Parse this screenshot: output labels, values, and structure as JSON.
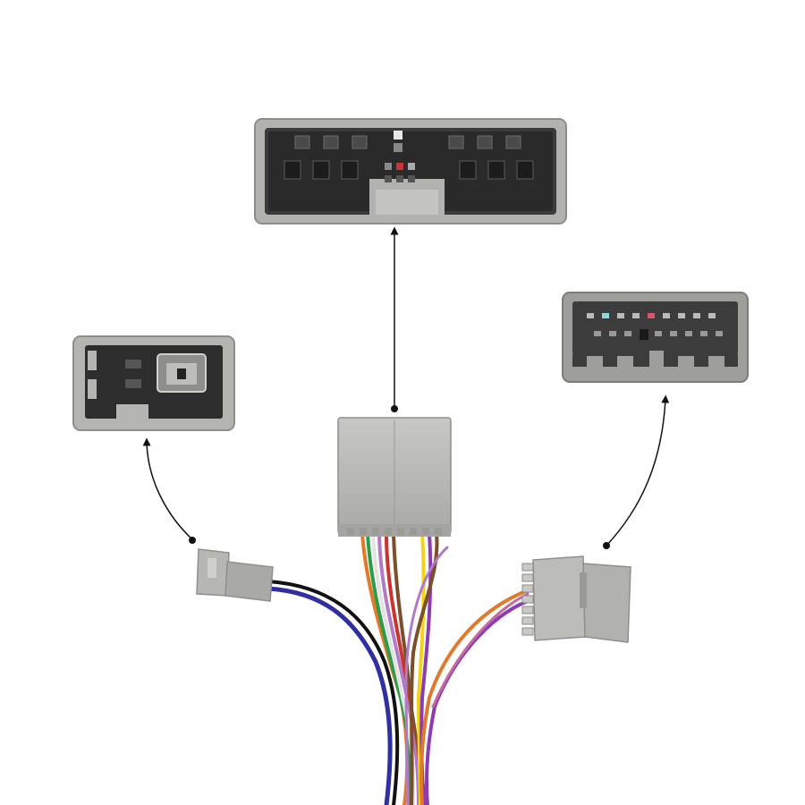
{
  "image": {
    "subject": "wiring-harness-adapter",
    "background_color": "#ffffff"
  },
  "colors": {
    "housing": "#b4b4b1",
    "housing_edge": "#8f8f8c",
    "housing_dark": "#2b2b2b",
    "pin_metal": "#d8d8d8",
    "arrow": "#111111"
  },
  "connectors": [
    {
      "id": "top-16-pin",
      "callout": "main-harness-plug"
    },
    {
      "id": "left-2-pin",
      "callout": "small-plug"
    },
    {
      "id": "right-multi-pin",
      "callout": "double-row-plug"
    }
  ],
  "wire_colors": [
    "#2f2fa0",
    "#101010",
    "#e07a2a",
    "#2c9c48",
    "#f2d21a",
    "#c8342f",
    "#7a4f2a",
    "#8c3cb0",
    "#ffffff",
    "#b07ac8",
    "#1f1f1f",
    "#e3e3e3"
  ]
}
